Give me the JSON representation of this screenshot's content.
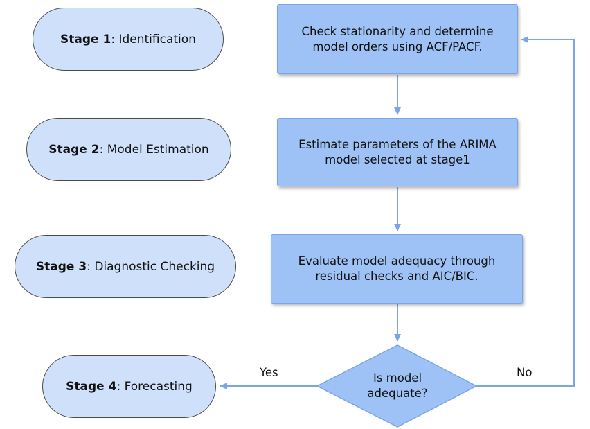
{
  "stages": [
    {
      "label_bold": "Stage 1",
      "label_rest": ": Identification"
    },
    {
      "label_bold": "Stage 2",
      "label_rest": ": Model Estimation"
    },
    {
      "label_bold": "Stage 3",
      "label_rest": ": Diagnostic Checking"
    },
    {
      "label_bold": "Stage 4",
      "label_rest": ": Forecasting"
    }
  ],
  "process": [
    {
      "line1": "Check stationarity and determine",
      "line2": "model orders using ACF/PACF."
    },
    {
      "line1": "Estimate parameters of the ARIMA",
      "line2": "model selected at stage1"
    },
    {
      "line1": "Evaluate model adequacy through",
      "line2": "residual checks and AIC/BIC."
    }
  ],
  "decision": {
    "line1": "Is model",
    "line2": "adequate?"
  },
  "edges": {
    "yes": "Yes",
    "no": "No"
  },
  "colors": {
    "pill_fill": "#cfe0fb",
    "box_fill": "#9ec2f5",
    "diamond_fill": "#9ec2f5",
    "arrow": "#7aa6e6"
  }
}
